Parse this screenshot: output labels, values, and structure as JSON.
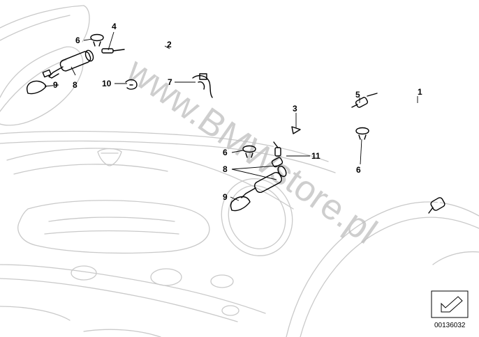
{
  "callouts": {
    "c1": "1",
    "c2": "2",
    "c3": "3",
    "c4": "4",
    "c5": "5",
    "c6a": "6",
    "c6b": "6",
    "c6c": "6",
    "c7": "7",
    "c8a": "8",
    "c8b": "8",
    "c9a": "9",
    "c9b": "9",
    "c10": "10",
    "c11": "11"
  },
  "watermark": "www.BMWstore.pl",
  "diagram_number": "00136032",
  "colors": {
    "outline": "#c9c9c9",
    "parts": "#000000",
    "watermark": "#bdbdbd"
  }
}
